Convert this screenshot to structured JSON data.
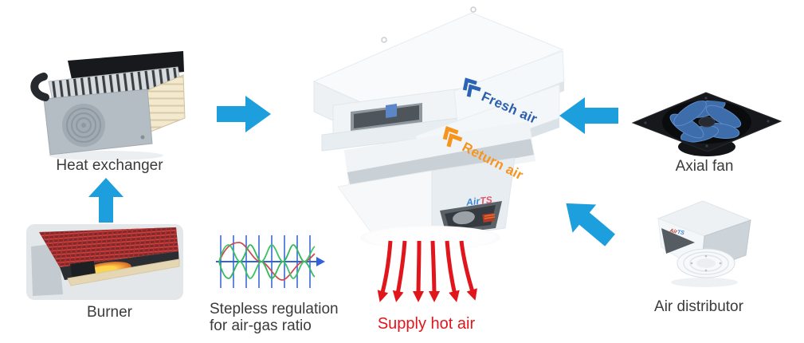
{
  "components": {
    "heat_exchanger": {
      "label": "Heat exchanger"
    },
    "burner": {
      "label": "Burner"
    },
    "regulation": {
      "label_line1": "Stepless regulation",
      "label_line2": "for air-gas ratio"
    },
    "unit": {
      "fresh_air_label": "Fresh air",
      "return_air_label": "Return air",
      "brand_air": "Air",
      "brand_ts": "TS",
      "supply_label": "Supply hot air"
    },
    "axial_fan": {
      "label": "Axial fan"
    },
    "air_distributor": {
      "label": "Air distributor"
    }
  },
  "icons": {
    "flow_arrows": "solid-block-arrows (right, left, up, up-left)",
    "air_flow_chevron": "double-chevron-up-left",
    "supply_arrows": "six-curved-down-arrows",
    "regulation_graphic": "sine-waves-with-vertical-grid-and-axis-arrow"
  },
  "colors": {
    "flow_arrow_blue": "#1d9fdd",
    "fresh_air_blue": "#2b5fad",
    "return_air_orange": "#f7941e",
    "supply_red": "#e0161c",
    "label_gray": "#3b3b3b",
    "wave_axis_blue": "#2f63d6",
    "wave_red": "#cf4a50",
    "wave_green": "#3fc168",
    "brand_air_blue": "#3f86d8",
    "brand_ts_red": "#e3566b"
  }
}
